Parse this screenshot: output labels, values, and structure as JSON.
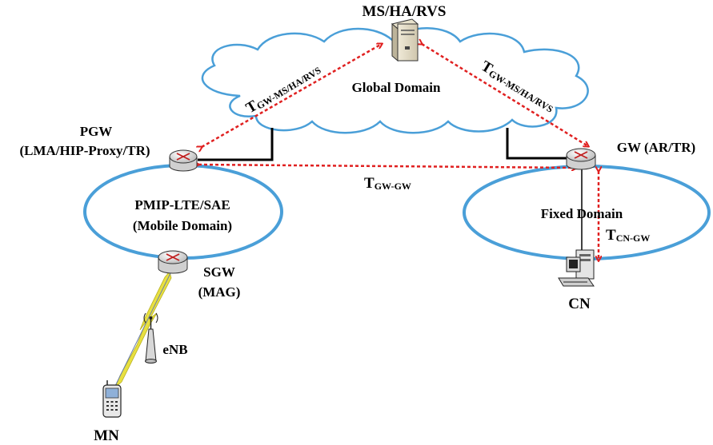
{
  "nodes": {
    "server": {
      "label": "MS/HA/RVS"
    },
    "pgw": {
      "label_line1": "PGW",
      "label_line2": "(LMA/HIP-Proxy/TR)"
    },
    "gw": {
      "label": "GW (AR/TR)"
    },
    "sgw": {
      "label_line1": "SGW",
      "label_line2": "(MAG)"
    },
    "enb": {
      "label": "eNB"
    },
    "mn": {
      "label": "MN"
    },
    "cn": {
      "label": "CN"
    }
  },
  "domains": {
    "global": {
      "label": "Global Domain"
    },
    "mobile": {
      "label_line1": "PMIP-LTE/SAE",
      "label_line2": "(Mobile Domain)"
    },
    "fixed": {
      "label": "Fixed Domain"
    }
  },
  "delays": {
    "left_diag": {
      "main": "T",
      "sub": "GW-MS/HA/RVS"
    },
    "right_diag": {
      "main": "T",
      "sub": "GW-MS/HA/RVS"
    },
    "gw_gw": {
      "main": "T",
      "sub": "GW-GW"
    },
    "cn_gw": {
      "main": "T",
      "sub": "CN-GW"
    }
  },
  "colors": {
    "domain_outline": "#4a9fd8",
    "delay_arrow": "#e02020",
    "wireless_bolt": "#e8e040"
  }
}
